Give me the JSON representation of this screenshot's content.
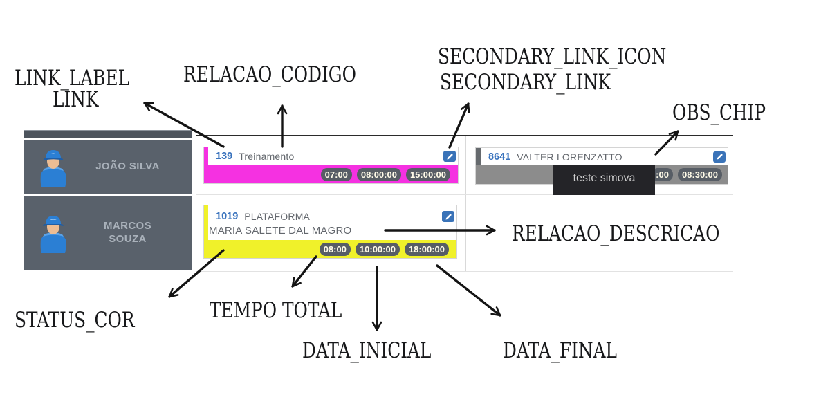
{
  "annotations": {
    "labels": [
      {
        "id": "link_label",
        "text": "LINK_LABEL"
      },
      {
        "id": "link",
        "text": "LINK"
      },
      {
        "id": "relacao_codigo",
        "text": "RELACAO_CODIGO"
      },
      {
        "id": "secondary_link_icon",
        "text": "SECONDARY_LINK_ICON"
      },
      {
        "id": "secondary_link",
        "text": "SECONDARY_LINK"
      },
      {
        "id": "obs_chip",
        "text": "OBS_CHIP"
      },
      {
        "id": "relacao_descricao",
        "text": "RELACAO_DESCRICAO"
      },
      {
        "id": "status_cor",
        "text": "STATUS_COR"
      },
      {
        "id": "tempo_total",
        "text": "TEMPO TOTAL"
      },
      {
        "id": "data_inicial",
        "text": "DATA_INICIAL"
      },
      {
        "id": "data_final",
        "text": "DATA_FINAL"
      }
    ]
  },
  "sidebar": {
    "rows": [
      {
        "name": "JOÃO SILVA"
      },
      {
        "name": "MARCOS SOUZA"
      }
    ]
  },
  "schedule": {
    "cards": [
      {
        "code": "139",
        "title": "Treinamento",
        "status_color": "#f531e1",
        "chips": [
          "07:00",
          "08:00:00",
          "15:00:00"
        ]
      },
      {
        "code": "8641",
        "title": "VALTER LORENZATTO",
        "status_color": "#8c8c8c",
        "chips": [
          ":00",
          "08:30:00"
        ],
        "tooltip": "teste simova"
      },
      {
        "code": "1019",
        "title": "PLATAFORMA",
        "description": "MARIA SALETE DAL MAGRO",
        "status_color": "#f0f12a",
        "chips": [
          "08:00",
          "10:00:00",
          "18:00:00"
        ]
      }
    ]
  },
  "colors": {
    "status_pink": "#f531e1",
    "status_yellow": "#f0f12a",
    "status_gray": "#8c8c8c",
    "link_blue": "#3a73bd",
    "edit_icon_blue": "#3a73b8",
    "chip_bg": "#575d65",
    "chip_text": "#fffbe8",
    "tooltip_bg": "#242428",
    "sidebar_bg": "#59616b",
    "sidebar_text": "#a9b1ba"
  }
}
